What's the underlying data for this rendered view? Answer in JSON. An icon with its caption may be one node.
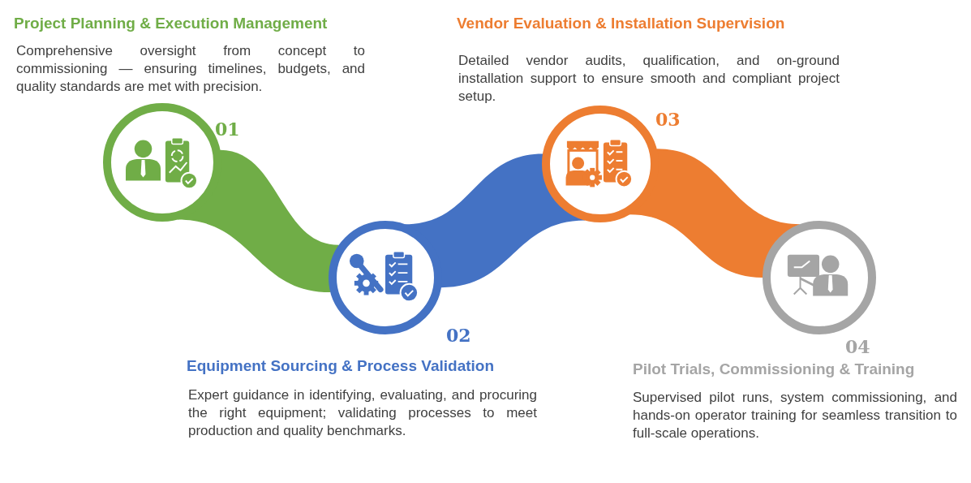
{
  "diagram": {
    "nodes": [
      {
        "text": [],
        "shape": "circle",
        "beside": [
          "01",
          "Project Planning & Execution Management",
          "Comprehensive oversight from concept to commissioning — ensuring timelines, budgets, and quality standards are met with precision."
        ]
      },
      {
        "text": [],
        "shape": "circle",
        "beside": [
          "02",
          "Equipment Sourcing & Process Validation",
          "Expert guidance in identifying, evaluating, and procuring the right equipment; validating processes to meet production and quality benchmarks."
        ]
      },
      {
        "text": [],
        "shape": "circle",
        "beside": [
          "03",
          "Vendor Evaluation & Installation Supervision",
          "Detailed vendor audits, qualification, and on-ground installation support to ensure smooth and compliant project setup."
        ]
      },
      {
        "text": [],
        "shape": "circle",
        "beside": [
          "04",
          "Pilot Trials, Commissioning & Training",
          "Supervised pilot runs, system commissioning, and hands-on operator training for seamless transition to full-scale operations."
        ]
      }
    ],
    "edges": [
      {
        "from": 0,
        "to": 1,
        "arrow": "none",
        "color": "#70ad47"
      },
      {
        "from": 1,
        "to": 2,
        "arrow": "none",
        "color": "#4472c4"
      },
      {
        "from": 2,
        "to": 3,
        "arrow": "none",
        "color": "#ed7d31"
      }
    ]
  }
}
